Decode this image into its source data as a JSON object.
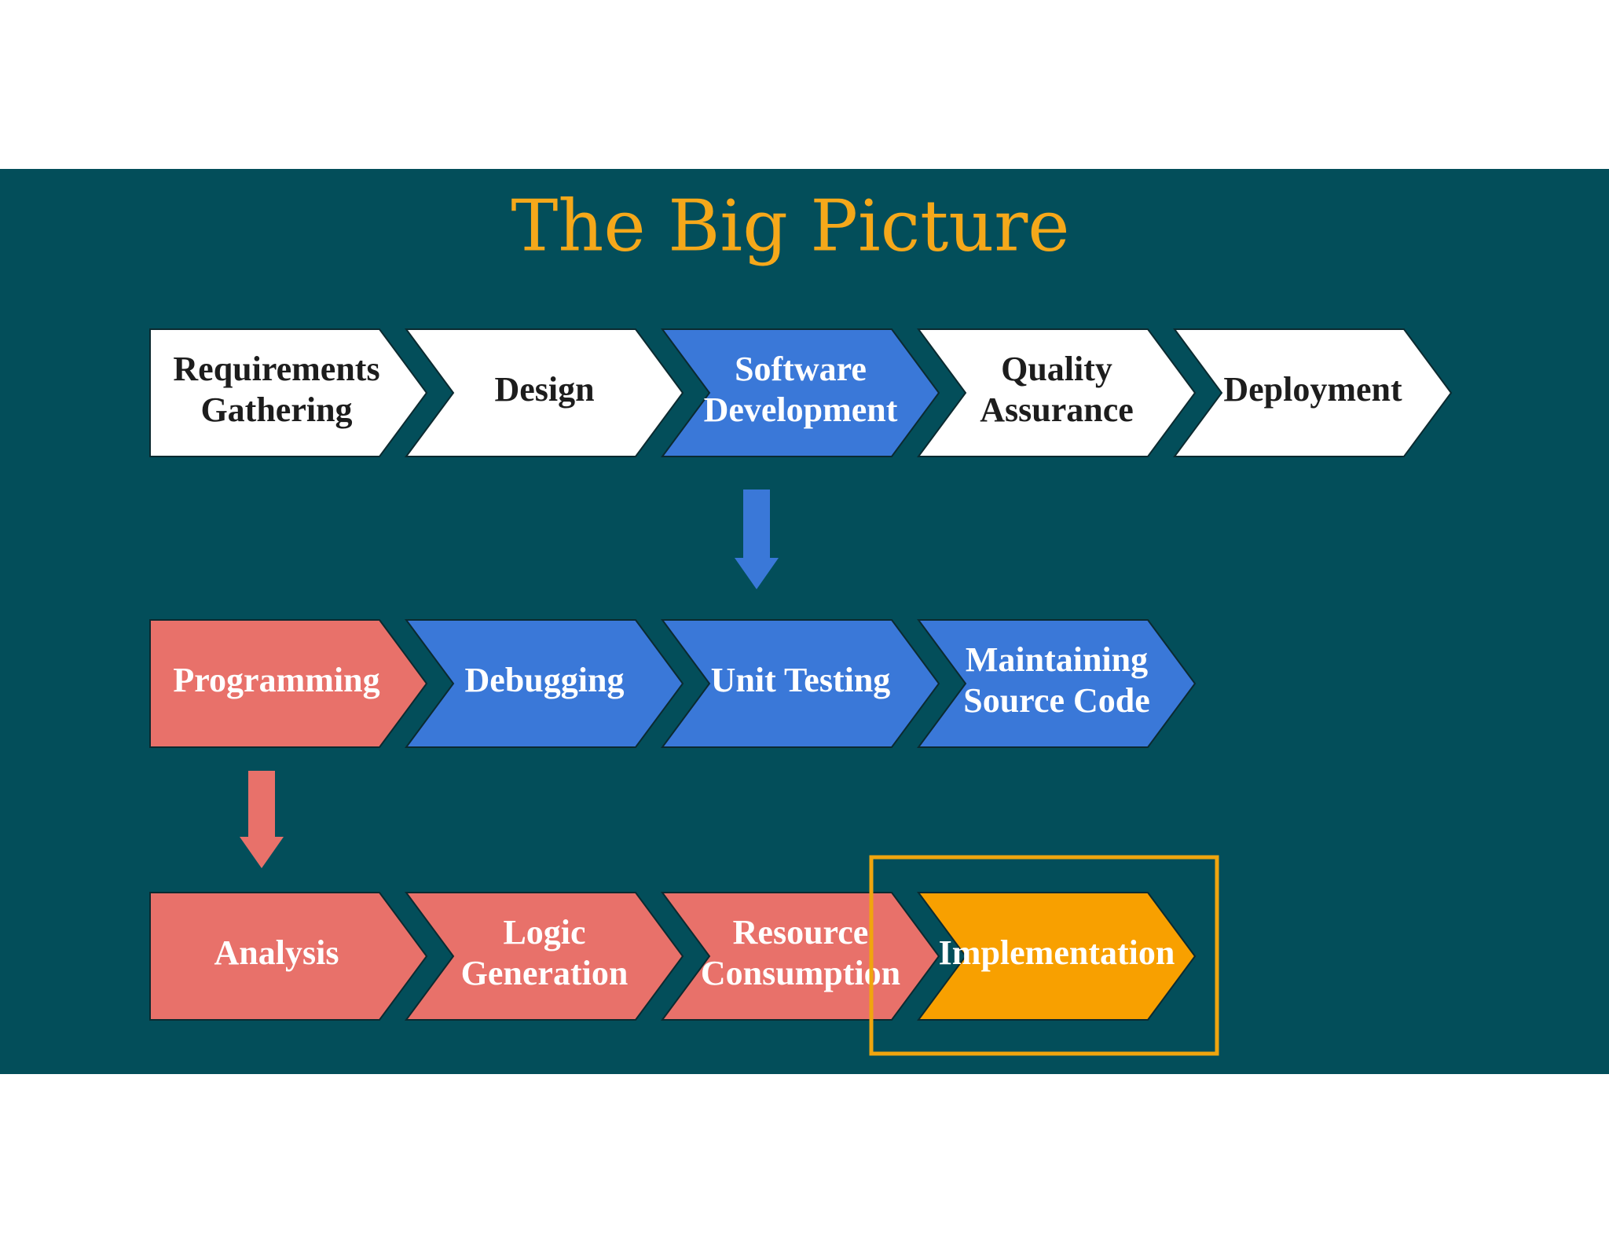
{
  "title": "The Big Picture",
  "colors": {
    "slide_background": "#034e5a",
    "page_background": "#ffffff",
    "title": "#f5a81a",
    "white_step_fill": "#ffffff",
    "white_step_text": "#1d1d1d",
    "blue_step_fill": "#3a78d8",
    "red_step_fill": "#e8716a",
    "orange_step_fill": "#f8a000",
    "colored_step_text": "#ffffff",
    "highlight_border": "#f0a50e",
    "blue_arrow": "#3a78d8",
    "red_arrow": "#e8716a"
  },
  "rows": [
    {
      "id": "sdlc",
      "steps": [
        {
          "lines": [
            "Requirements",
            "Gathering"
          ],
          "style": "white"
        },
        {
          "lines": [
            "Design"
          ],
          "style": "white"
        },
        {
          "lines": [
            "Software",
            "Development"
          ],
          "style": "blue"
        },
        {
          "lines": [
            "Quality",
            "Assurance"
          ],
          "style": "white"
        },
        {
          "lines": [
            "Deployment"
          ],
          "style": "white"
        }
      ]
    },
    {
      "id": "development",
      "steps": [
        {
          "lines": [
            "Programming"
          ],
          "style": "red"
        },
        {
          "lines": [
            "Debugging"
          ],
          "style": "blue"
        },
        {
          "lines": [
            "Unit Testing"
          ],
          "style": "blue"
        },
        {
          "lines": [
            "Maintaining",
            "Source Code"
          ],
          "style": "blue"
        }
      ]
    },
    {
      "id": "programming",
      "steps": [
        {
          "lines": [
            "Analysis"
          ],
          "style": "red"
        },
        {
          "lines": [
            "Logic",
            "Generation"
          ],
          "style": "red"
        },
        {
          "lines": [
            "Resource",
            "Consumption"
          ],
          "style": "red"
        },
        {
          "lines": [
            "Implementation"
          ],
          "style": "orange"
        }
      ]
    }
  ],
  "connectors": [
    {
      "from_row": "sdlc",
      "from_step": 2,
      "to_row": "development",
      "color": "blue"
    },
    {
      "from_row": "development",
      "from_step": 0,
      "to_row": "programming",
      "color": "red"
    }
  ],
  "highlight": {
    "row": "programming",
    "step": 3
  }
}
